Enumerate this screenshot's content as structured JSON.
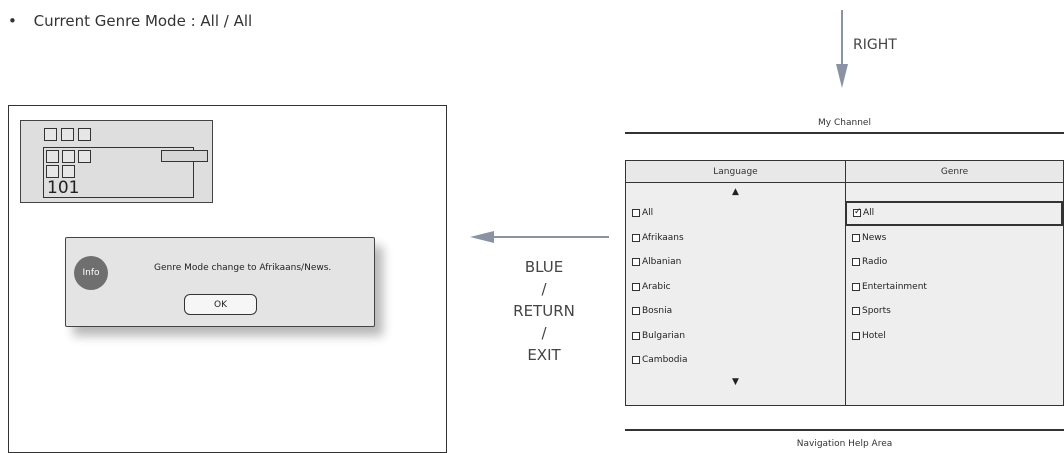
{
  "header": {
    "bullet": "•",
    "text": "Current Genre Mode : All / All"
  },
  "tv": {
    "channel_number": "101",
    "dialog": {
      "icon_label": "Info",
      "message": "Genre Mode change to Afrikaans/News.",
      "ok_label": "OK"
    }
  },
  "keys": {
    "lines": [
      "BLUE",
      "/",
      "RETURN",
      "/",
      "EXIT"
    ]
  },
  "right_key": "RIGHT",
  "menu": {
    "title": "My Channel",
    "language_header": "Language",
    "genre_header": "Genre",
    "up_arrow": "▲",
    "down_arrow": "▼",
    "languages": [
      "All",
      "Afrikaans",
      "Albanian",
      "Arabic",
      "Bosnia",
      "Bulgarian",
      "Cambodia"
    ],
    "genres": [
      "All",
      "News",
      "Radio",
      "Entertainment",
      "Sports",
      "Hotel"
    ],
    "checked_genre": "All",
    "nav_help": "Navigation Help Area"
  },
  "colors": {
    "arrow": "#8a93a3",
    "dialog_bg": "#e4e4e4",
    "info_circle": "#6f6f6f"
  }
}
